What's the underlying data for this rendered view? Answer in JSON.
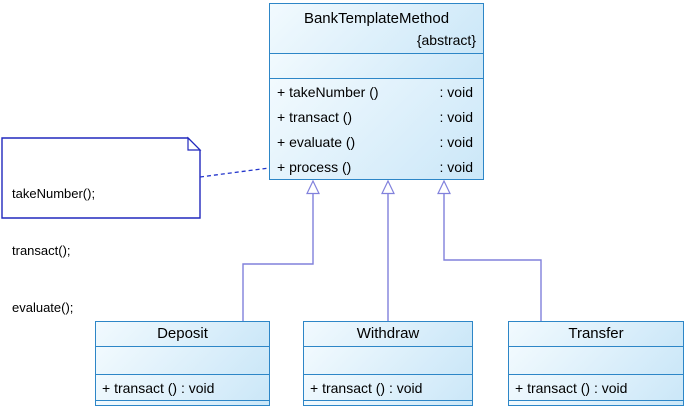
{
  "colors": {
    "canvas-bg": "#ffffff",
    "class-border": "#2d86c7",
    "class-fill-light": "#f2fafe",
    "class-fill-dark": "#cbe7f8",
    "note-border": "#2128bd",
    "note-link": "#2436cc",
    "inheritance-line": "#8181dc",
    "text": "#000000"
  },
  "main_class": {
    "name": "BankTemplateMethod",
    "stereotype": "{abstract}",
    "operations": [
      {
        "signature": "+ takeNumber ()",
        "return_type": ": void"
      },
      {
        "signature": "+ transact ()",
        "return_type": ": void"
      },
      {
        "signature": "+ evaluate ()",
        "return_type": ": void"
      },
      {
        "signature": "+ process ()",
        "return_type": ": void"
      }
    ]
  },
  "note": {
    "lines": [
      "takeNumber();",
      "transact();",
      "evaluate();"
    ]
  },
  "subclasses": [
    {
      "name": "Deposit",
      "operation": "+ transact () : void"
    },
    {
      "name": "Withdraw",
      "operation": "+ transact () : void"
    },
    {
      "name": "Transfer",
      "operation": "+ transact () : void"
    }
  ]
}
